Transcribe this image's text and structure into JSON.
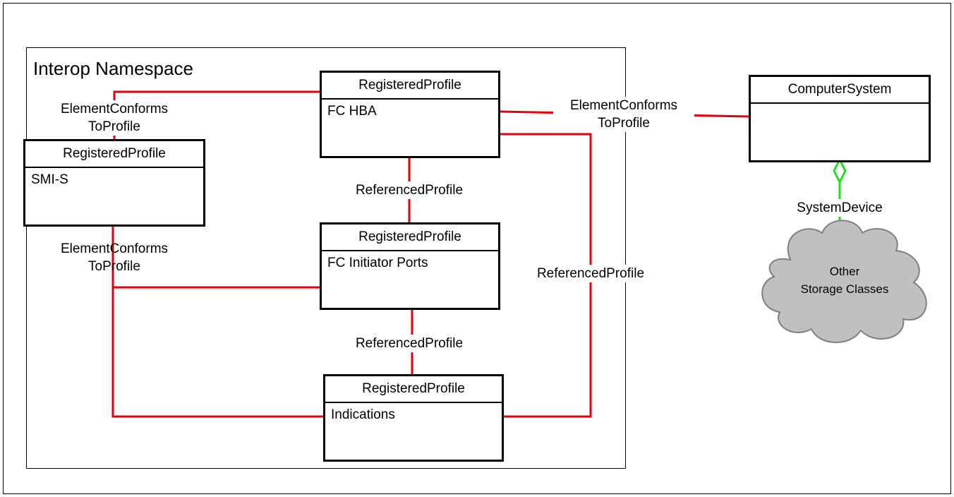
{
  "namespace": {
    "title": "Interop Namespace"
  },
  "classes": {
    "fc_hba": {
      "header": "RegisteredProfile",
      "body": "FC HBA"
    },
    "smi_s": {
      "header": "RegisteredProfile",
      "body": "SMI-S"
    },
    "fc_initiator_ports": {
      "header": "RegisteredProfile",
      "body": "FC Initiator Ports"
    },
    "indications": {
      "header": "RegisteredProfile",
      "body": "Indications"
    },
    "computer_system": {
      "header": "ComputerSystem",
      "body": ""
    }
  },
  "associations": {
    "conforms_top": {
      "line1": "ElementConforms",
      "line2": "ToProfile"
    },
    "conforms_bottom": {
      "line1": "ElementConforms",
      "line2": "ToProfile"
    },
    "conforms_right": {
      "line1": "ElementConforms",
      "line2": "ToProfile"
    },
    "referenced_1": {
      "label": "ReferencedProfile"
    },
    "referenced_2": {
      "label": "ReferencedProfile"
    },
    "referenced_right": {
      "label": "ReferencedProfile"
    },
    "system_device": {
      "label": "SystemDevice"
    }
  },
  "cloud": {
    "line1": "Other",
    "line2": "Storage Classes"
  },
  "colors": {
    "association": "#e8000b",
    "aggregation": "#22dd22",
    "cloud_fill": "#c0c0c0"
  }
}
